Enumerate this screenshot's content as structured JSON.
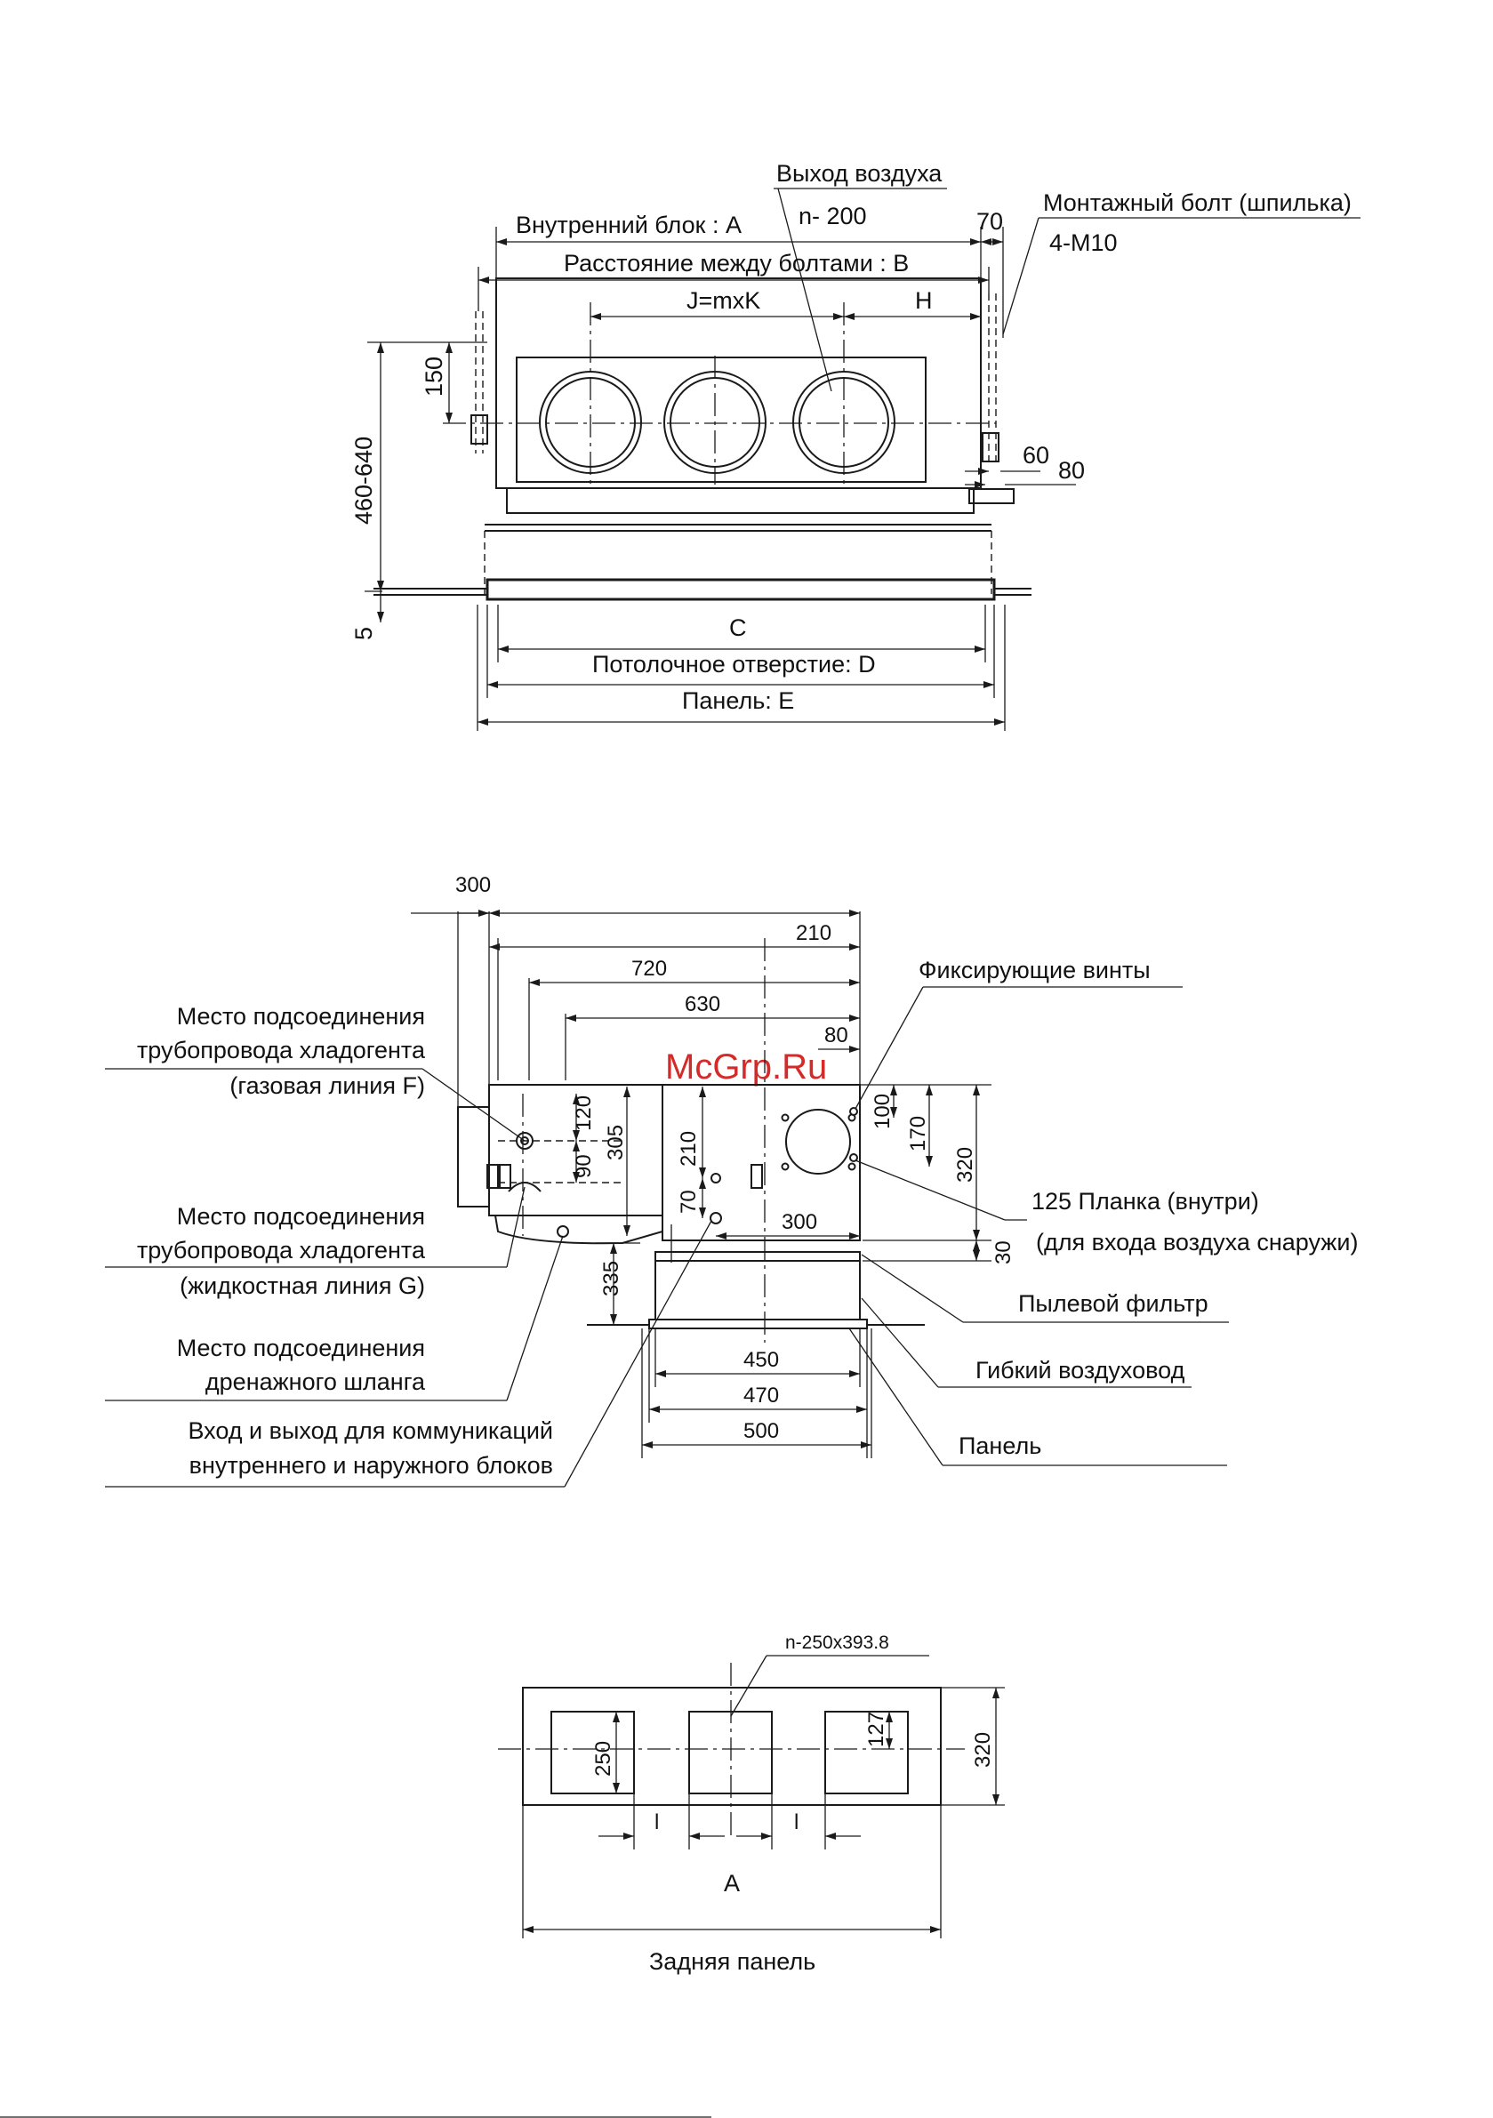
{
  "watermark": "McGrp.Ru",
  "top_view": {
    "air_outlet": "Выход воздуха",
    "outlet_size": "n-  200",
    "indoor_unit": "Внутренний блок : A",
    "bolt_distance": "Расстояние между болтами : B",
    "j_formula": "J=mxK",
    "h_label": "H",
    "mounting_bolt": "Монтажный болт (шпилька)",
    "bolt_spec": "4-M10",
    "dim_70": "70",
    "dim_150": "150",
    "dim_460_640": "460-640",
    "dim_5": "5",
    "dim_60": "60",
    "dim_80": "80",
    "c_label": "C",
    "ceiling_opening": "Потолочное отверстие: D",
    "panel_e": "Панель: E"
  },
  "side_view": {
    "dim_300_top": "300",
    "dim_210_top": "210",
    "dim_720": "720",
    "dim_630": "630",
    "dim_80": "80",
    "dim_120": "120",
    "dim_305": "305",
    "dim_90": "90",
    "dim_210": "210",
    "dim_70": "70",
    "dim_100": "100",
    "dim_170": "170",
    "dim_320": "320",
    "dim_300": "300",
    "dim_30": "30",
    "dim_335": "335",
    "dim_450": "450",
    "dim_470": "470",
    "dim_500": "500",
    "gas_line": [
      "Место подсоединения",
      "трубопровода хладогента",
      "(газовая линия F)"
    ],
    "liquid_line": [
      "Место подсоединения",
      "трубопровода хладогента",
      "(жидкостная линия G)"
    ],
    "drain": [
      "Место подсоединения",
      "дренажного шланга"
    ],
    "comm": [
      "Вход и выход для коммуникаций",
      "внутреннего и наружного блоков"
    ],
    "fixing_screws": "Фиксирующие винты",
    "flange": [
      "125 Планка (внутри)",
      "(для входа воздуха снаружи)"
    ],
    "dust_filter": "Пылевой фильтр",
    "flex_duct": "Гибкий воздуховод",
    "panel": "Панель"
  },
  "rear_panel": {
    "size_label": "n-250x393.8",
    "dim_250": "250",
    "dim_127": "127",
    "dim_320": "320",
    "gap_left": "l",
    "gap_right": "l",
    "a_label": "A",
    "caption": "Задняя панель"
  }
}
